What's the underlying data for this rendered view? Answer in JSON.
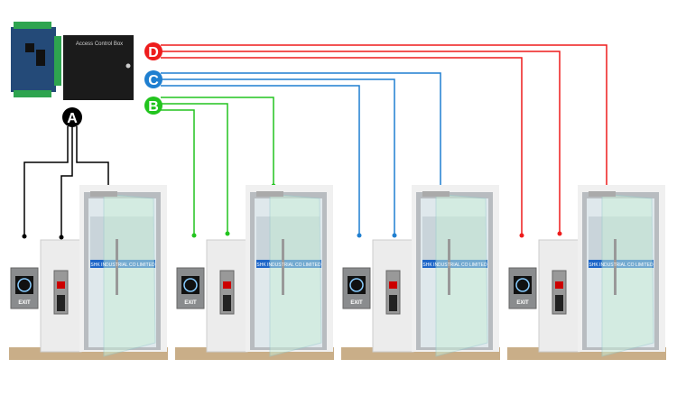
{
  "title": "Access control wiring diagram",
  "controller": {
    "box_label": "Access Control Box"
  },
  "labels": {
    "a": "A",
    "b": "B",
    "c": "C",
    "d": "D"
  },
  "door": {
    "exit_label": "EXIT",
    "sign_text": "SHK INDUSTRIAL CO LIMITED"
  },
  "doors": [
    {
      "id": "1"
    },
    {
      "id": "2"
    },
    {
      "id": "3"
    },
    {
      "id": "4"
    }
  ],
  "colors": {
    "a": "#000000",
    "b": "#22c41e",
    "c": "#1f7fd0",
    "d": "#ee1c1c"
  }
}
